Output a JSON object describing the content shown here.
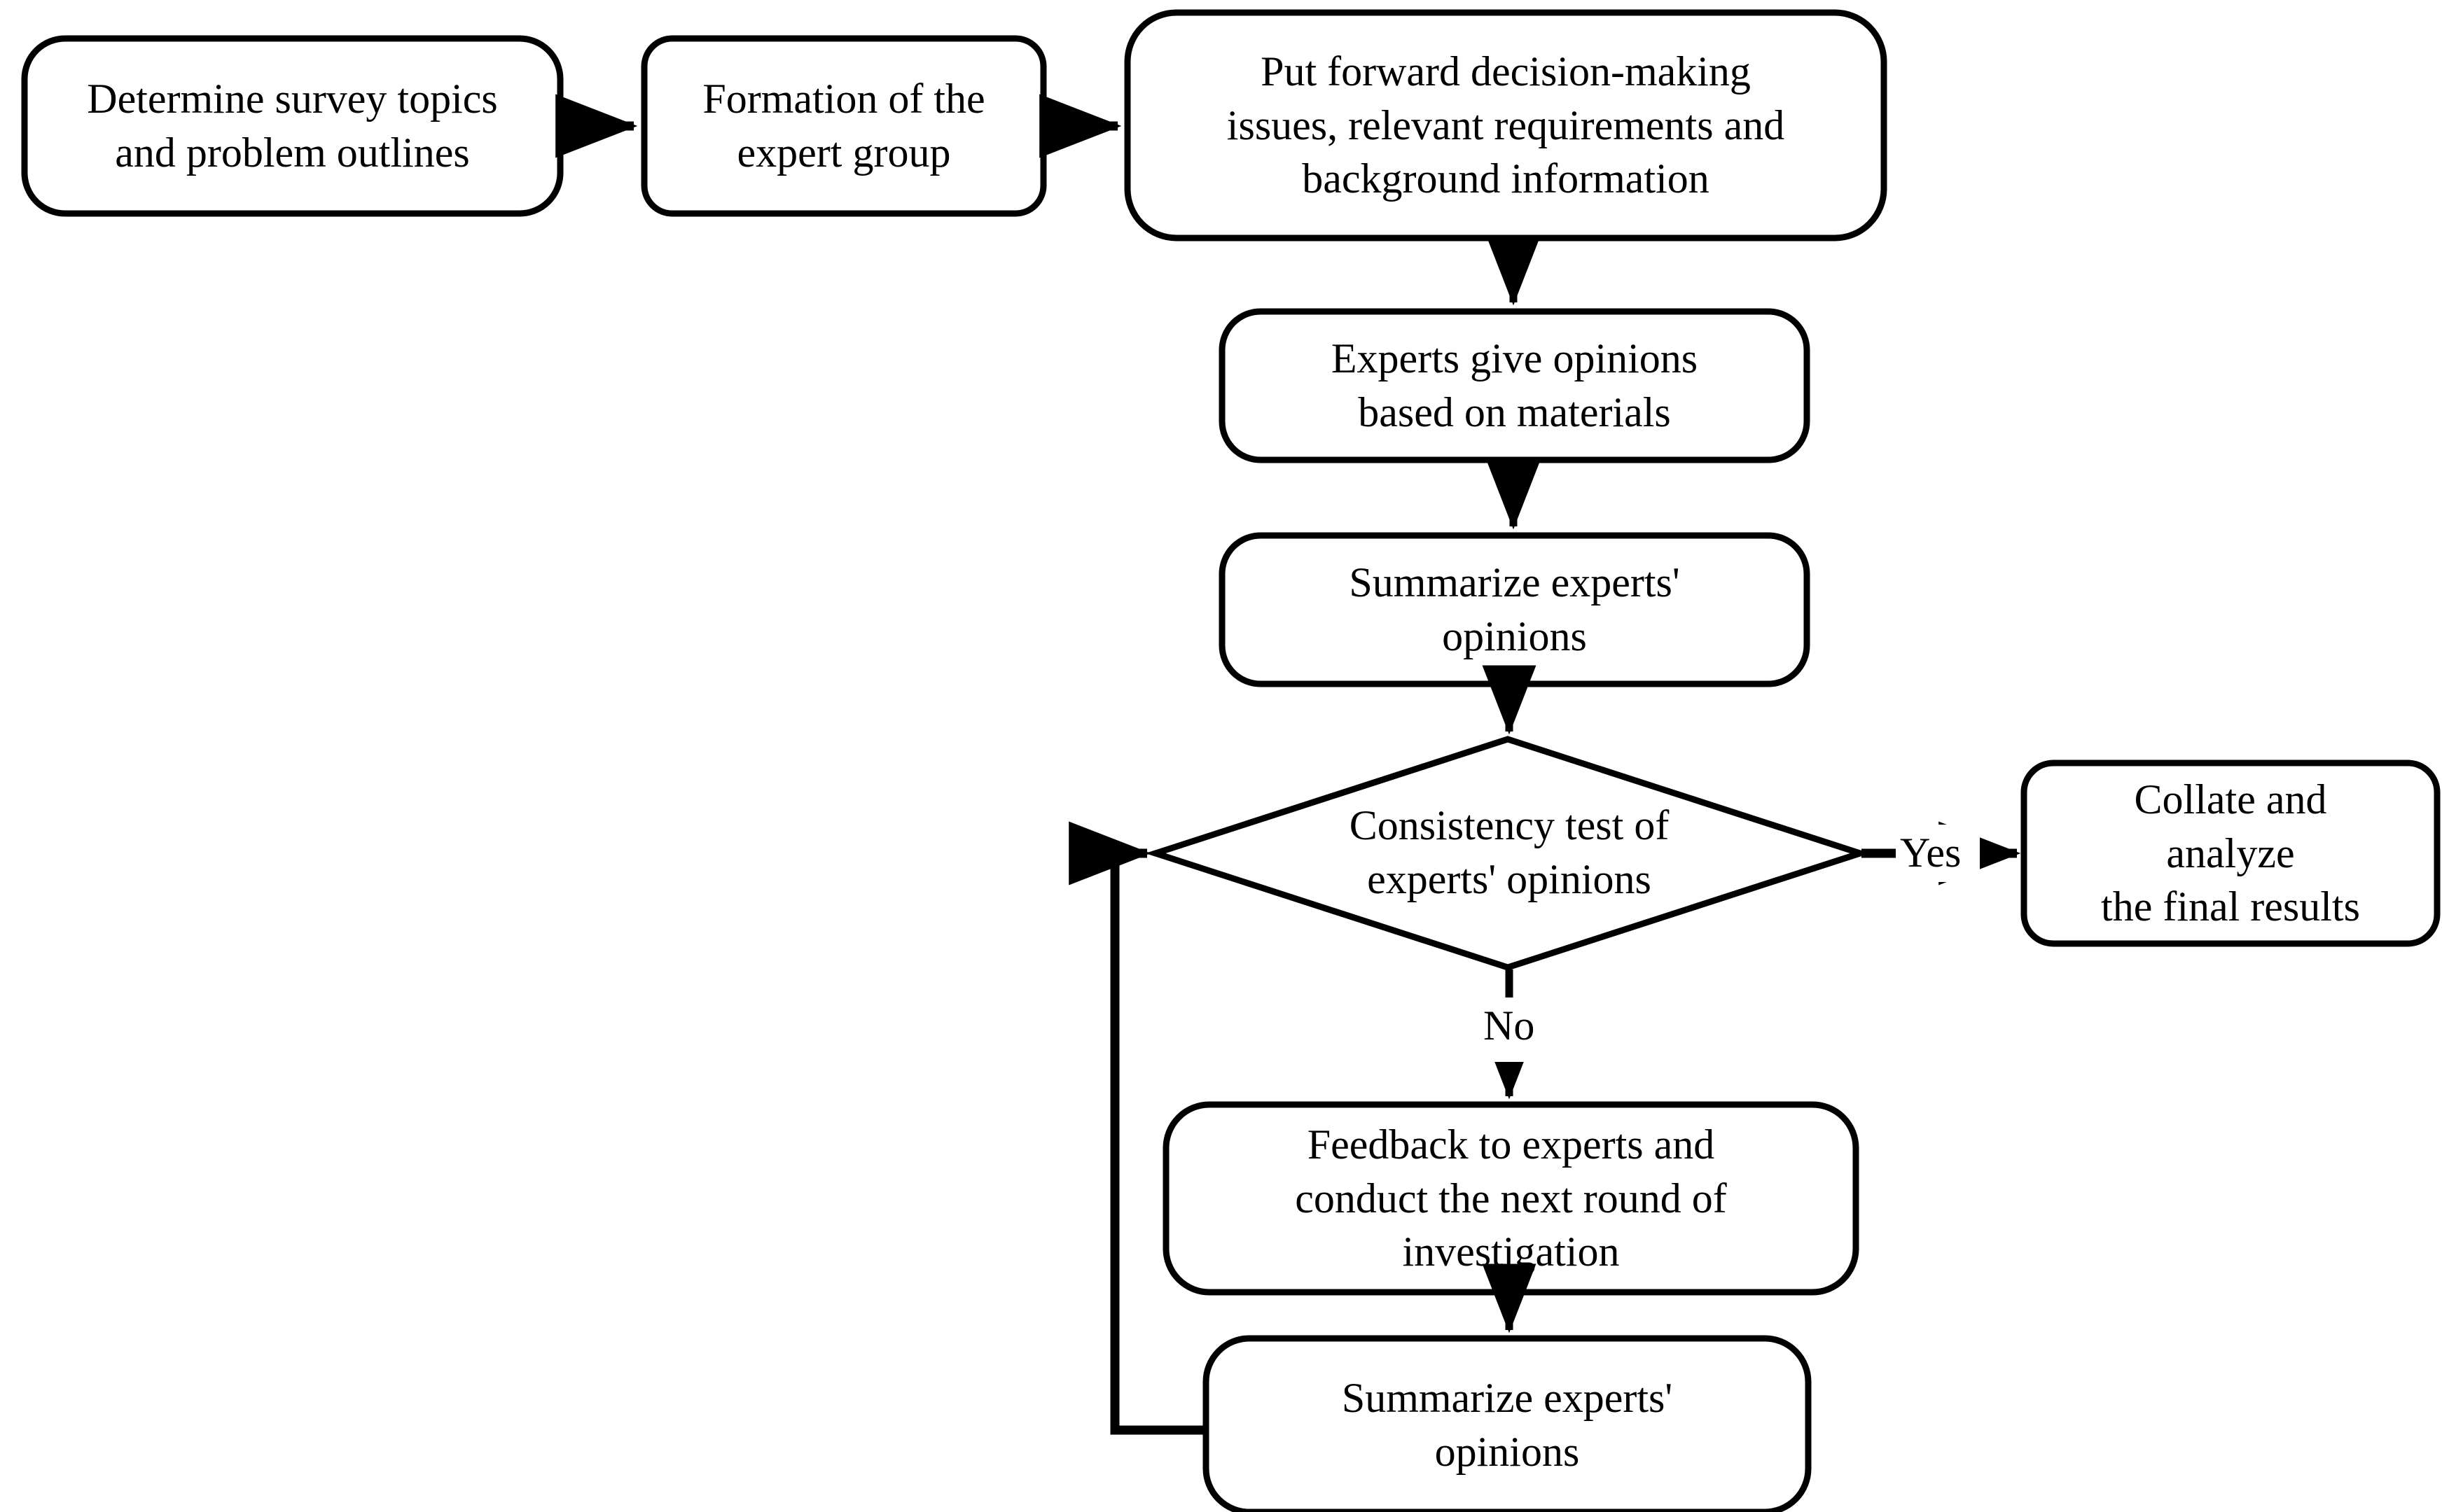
{
  "diagram": {
    "title": "Delphi method survey process flowchart",
    "type": "flowchart",
    "background_color": "#ffffff",
    "stroke_color": "#000000",
    "fill_color": "#ffffff"
  },
  "nodes": {
    "determine_survey_topics": {
      "label": "Determine survey topics\nand problem outlines",
      "shape": "rounded-rectangle"
    },
    "formation_of_expert_group": {
      "label": "Formation of the\nexpert group",
      "shape": "rounded-rectangle"
    },
    "put_forward_issues": {
      "label": "Put forward decision-making\nissues, relevant requirements and\nbackground information",
      "shape": "rounded-rectangle"
    },
    "experts_give_opinions": {
      "label": "Experts give opinions\nbased on materials",
      "shape": "rounded-rectangle"
    },
    "summarize_opinions_first": {
      "label": "Summarize experts'\nopinions",
      "shape": "rounded-rectangle"
    },
    "consistency_test": {
      "label": "Consistency test of\nexperts' opinions",
      "shape": "diamond"
    },
    "collate_and_analyze": {
      "label": "Collate and\nanalyze\nthe final results",
      "shape": "rounded-rectangle"
    },
    "feedback_to_experts": {
      "label": "Feedback to experts and\nconduct the next round of\ninvestigation",
      "shape": "rounded-rectangle"
    },
    "summarize_opinions_second": {
      "label": "Summarize experts'\nopinions",
      "shape": "rounded-rectangle"
    }
  },
  "edge_labels": {
    "yes": "Yes",
    "no": "No"
  },
  "edges": [
    {
      "from": "determine_survey_topics",
      "to": "formation_of_expert_group",
      "label": ""
    },
    {
      "from": "formation_of_expert_group",
      "to": "put_forward_issues",
      "label": ""
    },
    {
      "from": "put_forward_issues",
      "to": "experts_give_opinions",
      "label": ""
    },
    {
      "from": "experts_give_opinions",
      "to": "summarize_opinions_first",
      "label": ""
    },
    {
      "from": "summarize_opinions_first",
      "to": "consistency_test",
      "label": ""
    },
    {
      "from": "consistency_test",
      "to": "collate_and_analyze",
      "label": "Yes"
    },
    {
      "from": "consistency_test",
      "to": "feedback_to_experts",
      "label": "No"
    },
    {
      "from": "feedback_to_experts",
      "to": "summarize_opinions_second",
      "label": ""
    },
    {
      "from": "summarize_opinions_second",
      "to": "consistency_test",
      "label": ""
    }
  ]
}
